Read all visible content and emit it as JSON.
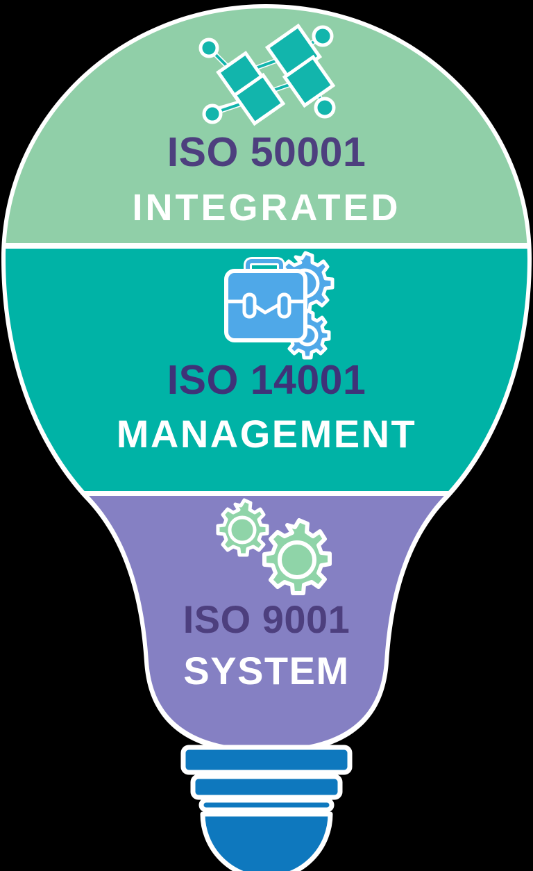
{
  "graphic": {
    "title": "ISO Integrated Management System light bulb",
    "shape": "light-bulb",
    "background_color": "#000000"
  },
  "colors": {
    "band_green": "#90CFA8",
    "band_teal": "#00B3A6",
    "band_purple": "#8580C3",
    "outline_white": "#FFFFFF",
    "text_dark_purple": "#4D3F7E",
    "text_white": "#FFFFFF",
    "icon_teal": "#12B5AC",
    "icon_blue": "#4FA8E8",
    "icon_green": "#8FD4A8",
    "base_blue": "#0E78BE"
  },
  "bands": [
    {
      "id": "band-top",
      "fill": "#90CFA8",
      "icon": "network-flow-icon",
      "icon_color": "#12B5AC",
      "iso_code": "ISO 50001",
      "label": "INTEGRATED"
    },
    {
      "id": "band-middle",
      "fill": "#00B3A6",
      "icon": "briefcase-gears-icon",
      "icon_color": "#4FA8E8",
      "iso_code": "ISO 14001",
      "label": "MANAGEMENT"
    },
    {
      "id": "band-bottom",
      "fill": "#8580C3",
      "icon": "two-gears-icon",
      "icon_color": "#8FD4A8",
      "iso_code": "ISO 9001",
      "label": "SYSTEM"
    }
  ],
  "base": {
    "name": "bulb-screw-base",
    "color": "#0E78BE",
    "ring_count": 3,
    "cap": "semicircle"
  }
}
